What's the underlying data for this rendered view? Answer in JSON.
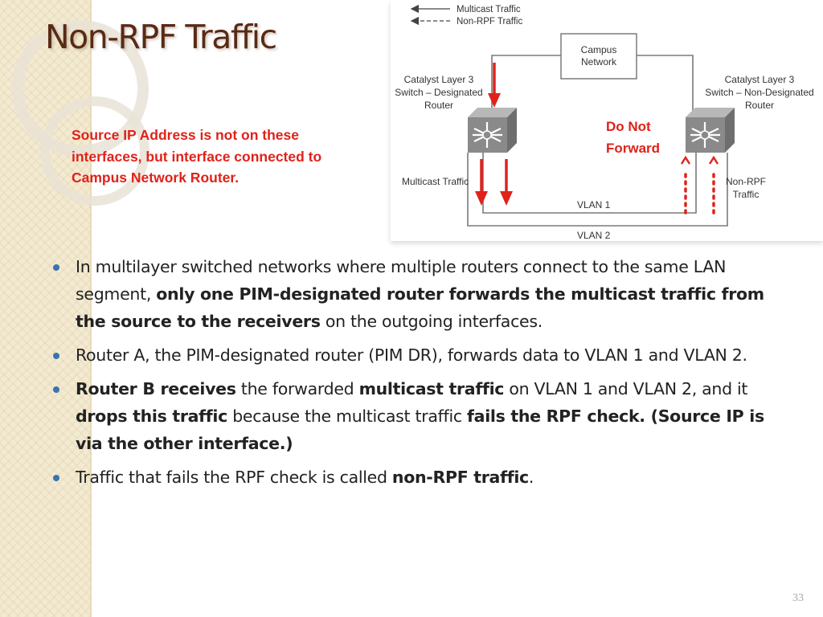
{
  "slide": {
    "title": "Non-RPF Traffic",
    "page_number": "33",
    "red_note": "Source IP Address is not on these interfaces, but interface connected to Campus Network Router."
  },
  "diagram": {
    "legend_multicast": "Multicast Traffic",
    "legend_nonrpf": "Non-RPF Traffic",
    "campus_line1": "Campus",
    "campus_line2": "Network",
    "left_switch_line1": "Catalyst Layer 3",
    "left_switch_line2": "Switch – Designated",
    "left_switch_line3": "Router",
    "right_switch_line1": "Catalyst Layer 3",
    "right_switch_line2": "Switch – Non-Designated",
    "right_switch_line3": "Router",
    "do_not_forward_line1": "Do Not",
    "do_not_forward_line2": "Forward",
    "multicast_traffic_label": "Multicast Traffic",
    "nonrpf_line1": "Non-RPF",
    "nonrpf_line2": "Traffic",
    "vlan1": "VLAN 1",
    "vlan2": "VLAN 2",
    "colors": {
      "arrow_red": "#e0221a",
      "line_gray": "#7a7a7a",
      "switch_gray": "#8a8a8a"
    }
  },
  "bullets": [
    {
      "p1": "In multilayer switched networks where multiple routers connect to the same LAN segment, ",
      "b1": "only one PIM-designated router forwards the multicast traffic from the source to the receivers",
      "p2": " on the outgoing interfaces."
    },
    {
      "p1": "Router A, the PIM-designated router (PIM DR), forwards data to VLAN 1 and VLAN 2."
    },
    {
      "b1": "Router B receives",
      "p1": " the forwarded ",
      "b2": "multicast traffic",
      "p2": " on VLAN 1 and VLAN 2, and it ",
      "b3": "drops this traffic",
      "p3": " because the multicast traffic ",
      "b4": "fails the RPF check. (Source IP is via the other interface.)"
    },
    {
      "p1": "Traffic that fails the RPF check is called ",
      "b1": "non-RPF traffic",
      "p2": "."
    }
  ]
}
